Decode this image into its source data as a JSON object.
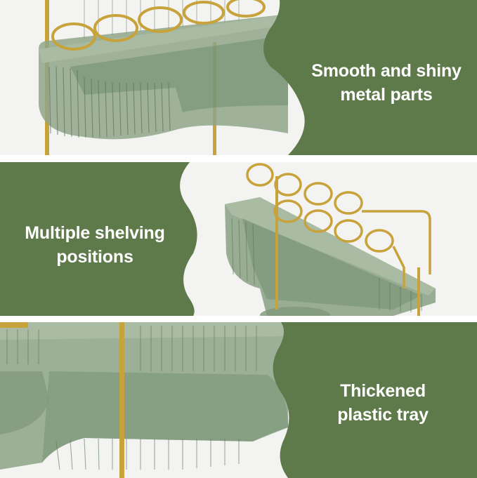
{
  "colors": {
    "panel_green": "#5e7a4a",
    "tray_green": "#8fa58a",
    "tray_dark": "#5f7a5c",
    "gold": "#c8a23a",
    "background": "#f2f2f0"
  },
  "panels": [
    {
      "caption_line1": "Smooth and shiny",
      "caption_line2": "metal parts",
      "image": "close-up of gold metal rings on green tray"
    },
    {
      "caption_line1": "Multiple shelving",
      "caption_line2": "positions",
      "image": "green tray with gold ring holder frame"
    },
    {
      "caption_line1": "Thickened",
      "caption_line2": "plastic tray",
      "image": "close-up of green ribbed plastic tray edge"
    }
  ]
}
